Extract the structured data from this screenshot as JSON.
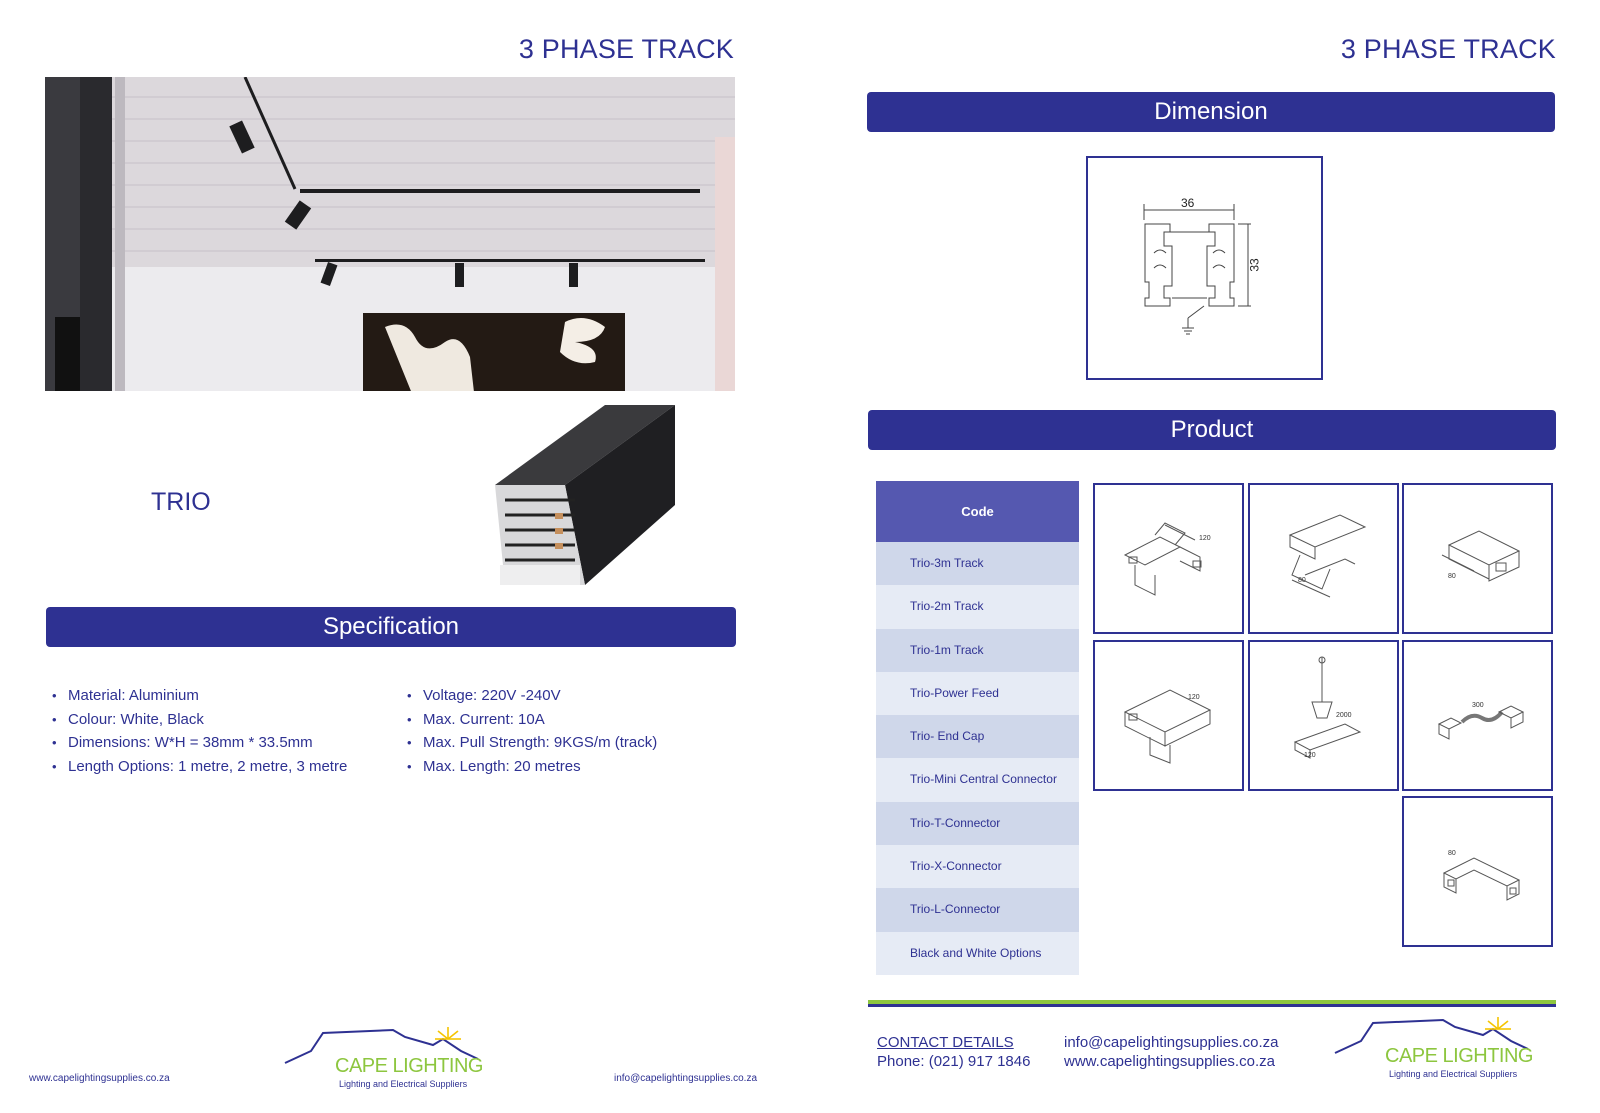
{
  "left_page": {
    "title": "3 PHASE TRACK",
    "product_name": "TRIO",
    "spec_heading": "Specification",
    "specs_left": [
      "Material: Aluminium",
      "Colour: White, Black",
      "Dimensions: W*H = 38mm * 33.5mm",
      "Length Options: 1 metre, 2 metre, 3 metre"
    ],
    "specs_right": [
      "Voltage: 220V -240V",
      "Max. Current: 10A",
      "Max. Pull Strength: 9KGS/m (track)",
      "Max. Length: 20 metres"
    ],
    "footer": {
      "website": "www.capelightingsupplies.co.za",
      "email": "info@capelightingsupplies.co.za"
    }
  },
  "right_page": {
    "title": "3 PHASE TRACK",
    "dimension_heading": "Dimension",
    "dimension_labels": {
      "width": "36",
      "height": "33"
    },
    "product_heading": "Product",
    "code_header": "Code",
    "codes": [
      "Trio-3m Track",
      "Trio-2m Track",
      "Trio-1m Track",
      "Trio-Power Feed",
      "Trio- End Cap",
      "Trio-Mini Central Connector",
      "Trio-T-Connector",
      "Trio-X-Connector",
      "Trio-L-Connector",
      "Black and White Options"
    ],
    "tile_labels": {
      "x_connector": "120",
      "mini_connector": "80",
      "end_cap": "80",
      "t_connector": "120",
      "suspension_a": "2000",
      "suspension_b": "120",
      "flex": "300",
      "l_connector": "80"
    },
    "contact": {
      "heading": "CONTACT DETAILS",
      "phone": "Phone: (021) 917 1846",
      "email": "info@capelightingsupplies.co.za",
      "website": "www.capelightingsupplies.co.za"
    }
  },
  "brand": {
    "name": "CAPE LIGHTING",
    "tagline": "Lighting and Electrical Suppliers"
  },
  "colors": {
    "navy": "#2e3192",
    "code_header": "#5558b0",
    "row_dark": "#cfd7ea",
    "row_light": "#e6ebf5",
    "logo_green": "#8dc63f",
    "logo_yellow": "#f5c400"
  }
}
